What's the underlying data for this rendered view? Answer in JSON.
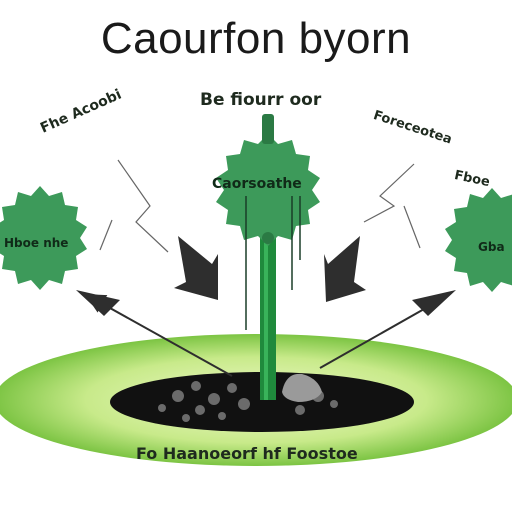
{
  "title": "Caourfon byorn",
  "labels": {
    "top_center": "Be fiourr oor",
    "tree_center": "Caorsoathe",
    "upper_left": "Fhe Acoobi",
    "left_tree": "Hboe nhe",
    "upper_right": "Foreceotea",
    "upper_right_2": "Fboe",
    "right_tree": "Gba",
    "bottom": "Fo Haanoeorf hf Foostoe"
  },
  "colors": {
    "tree_green": "#3d9a5a",
    "tree_dark": "#2b7a44",
    "trunk": "#1f8a3c",
    "ground_light": "#e6f3b9",
    "ground_mid": "#8fd04f",
    "hole": "#111111",
    "arrow": "#2e2e2e"
  }
}
